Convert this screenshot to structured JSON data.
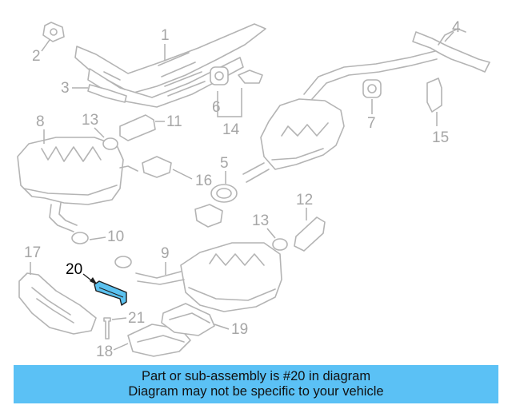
{
  "diagram": {
    "highlight_color": "#5bc1f5",
    "highlighted_part": "20",
    "callouts": {
      "c1": "1",
      "c2": "2",
      "c3": "3",
      "c4": "4",
      "c5": "5",
      "c6": "6",
      "c7": "7",
      "c8": "8",
      "c9": "9",
      "c10": "10",
      "c11": "11",
      "c12": "12",
      "c13a": "13",
      "c13b": "13",
      "c14": "14",
      "c15": "15",
      "c16": "16",
      "c17": "17",
      "c18": "18",
      "c19": "19",
      "c20": "20",
      "c21": "21"
    }
  },
  "banner": {
    "line1": "Part or sub-assembly is #20 in diagram",
    "line2": "Diagram may not be specific to your vehicle"
  }
}
